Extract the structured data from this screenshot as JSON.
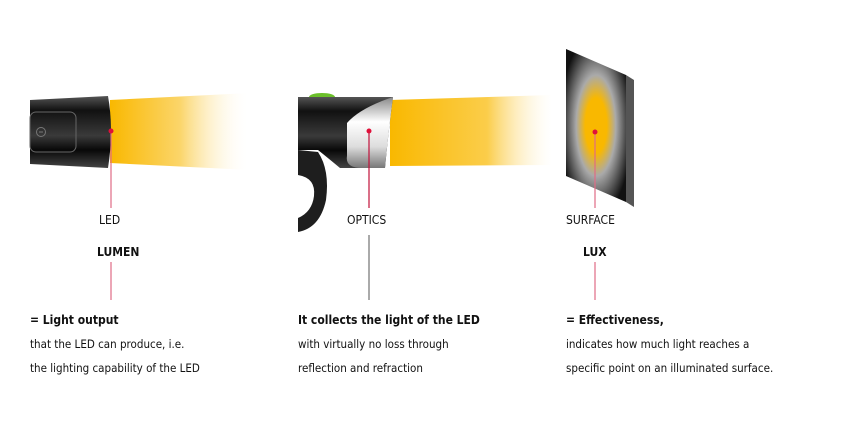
{
  "colors": {
    "beam": "#f9b800",
    "marker": "#e0103a",
    "line": "#e06a85"
  },
  "sections": [
    {
      "label": "LED",
      "unit": "LUMEN",
      "heading": "= Light output",
      "lines": [
        "that the LED can produce, i.e.",
        "the lighting capability of the LED"
      ]
    },
    {
      "label": "OPTICS",
      "unit": "",
      "heading": "It collects the light of the LED",
      "lines": [
        "with virtually no loss through",
        "reflection and refraction"
      ]
    },
    {
      "label": "SURFACE",
      "unit": "LUX",
      "heading": "= Effectiveness,",
      "lines": [
        "indicates how much light reaches a",
        "specific point on an illuminated surface."
      ]
    }
  ]
}
